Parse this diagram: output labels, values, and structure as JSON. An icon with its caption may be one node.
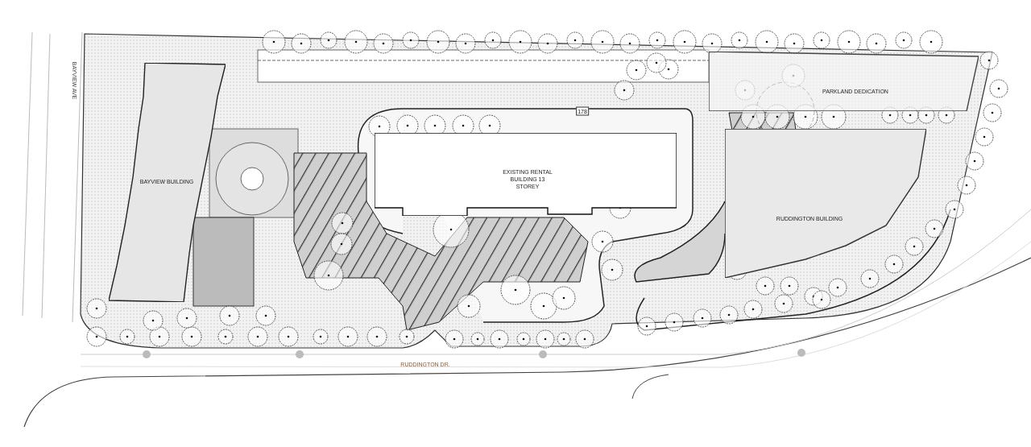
{
  "diagram": {
    "nodes": [
      {
        "text": [
          "BAYVIEW BUILDING"
        ]
      },
      {
        "text": [
          "EXISTING RENTAL BUILDING 13 STOREY"
        ]
      },
      {
        "text": [
          "PARKLAND DEDICATION"
        ]
      },
      {
        "text": [
          "RUDDINGTON BUILDING"
        ]
      }
    ],
    "labels": [
      "BAYVIEW AVE",
      "178",
      "RUDDINGTON DR."
    ]
  }
}
